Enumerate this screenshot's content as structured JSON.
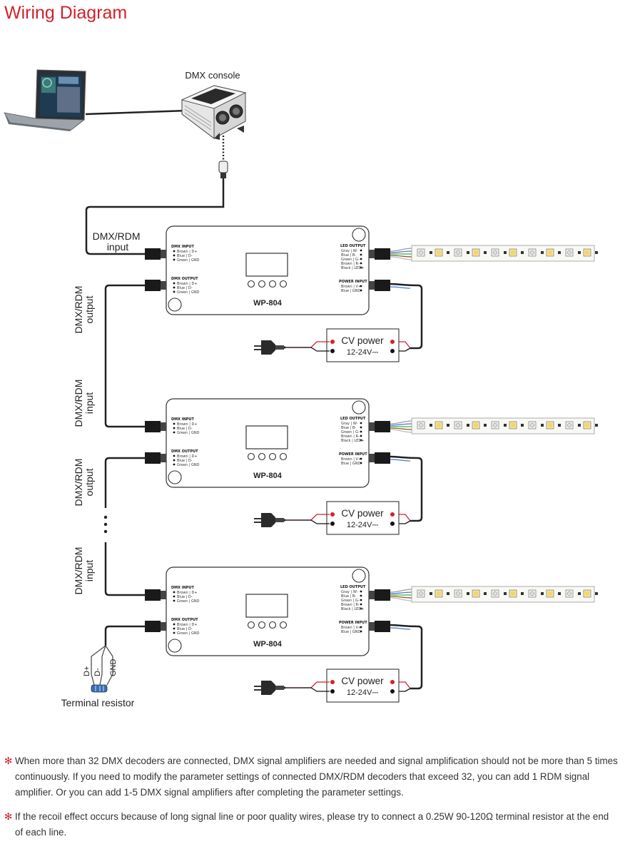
{
  "title": "Wiring Diagram",
  "accent_color": "#d3212a",
  "labels": {
    "console": "DMX console",
    "dmx_rdm_input": "DMX/RDM\ninput",
    "dmx_rdm_output": "DMX/RDM\noutput",
    "dmx_rdm": "DMX/RDM",
    "input": "input",
    "output": "output",
    "terminal_resistor": "Terminal resistor",
    "d_plus": "D+",
    "d_minus": "D-",
    "gnd": "GND"
  },
  "decoder": {
    "model": "WP-804",
    "dmx_input_title": "DMX INPUT",
    "dmx_input_pins": [
      "Brown | D+",
      "Blue   | D-",
      "Green | GND"
    ],
    "dmx_output_title": "DMX OUTPUT",
    "dmx_output_pins": [
      "Brown | D+",
      "Blue   | D-",
      "Green | GND"
    ],
    "led_output_title": "LED OUTPUT",
    "led_output_pins": [
      "Gray  | W-",
      "Blue  | B-",
      "Green | G-",
      "Brown | R-",
      "Black | LED+"
    ],
    "power_input_title": "POWER INPUT",
    "power_input_pins": [
      "Brown | V+",
      "Blue   | GND"
    ]
  },
  "power_supply": {
    "label": "CV power",
    "voltage": "12-24V⎓"
  },
  "notes": [
    "When more than 32 DMX decoders are connected, DMX signal amplifiers are needed and signal amplification should not be more than 5 times continuously. If you need to modify the parameter settings of connected DMX/RDM decoders that exceed 32, you can add 1 RDM signal amplifier. Or you can add 1-5 DMX signal amplifiers after completing the parameter settings.",
    "If the recoil effect occurs because of long signal line or poor quality wires, please try to connect a 0.25W 90-120Ω  terminal resistor at the end of each line."
  ],
  "note_marker": "✻"
}
